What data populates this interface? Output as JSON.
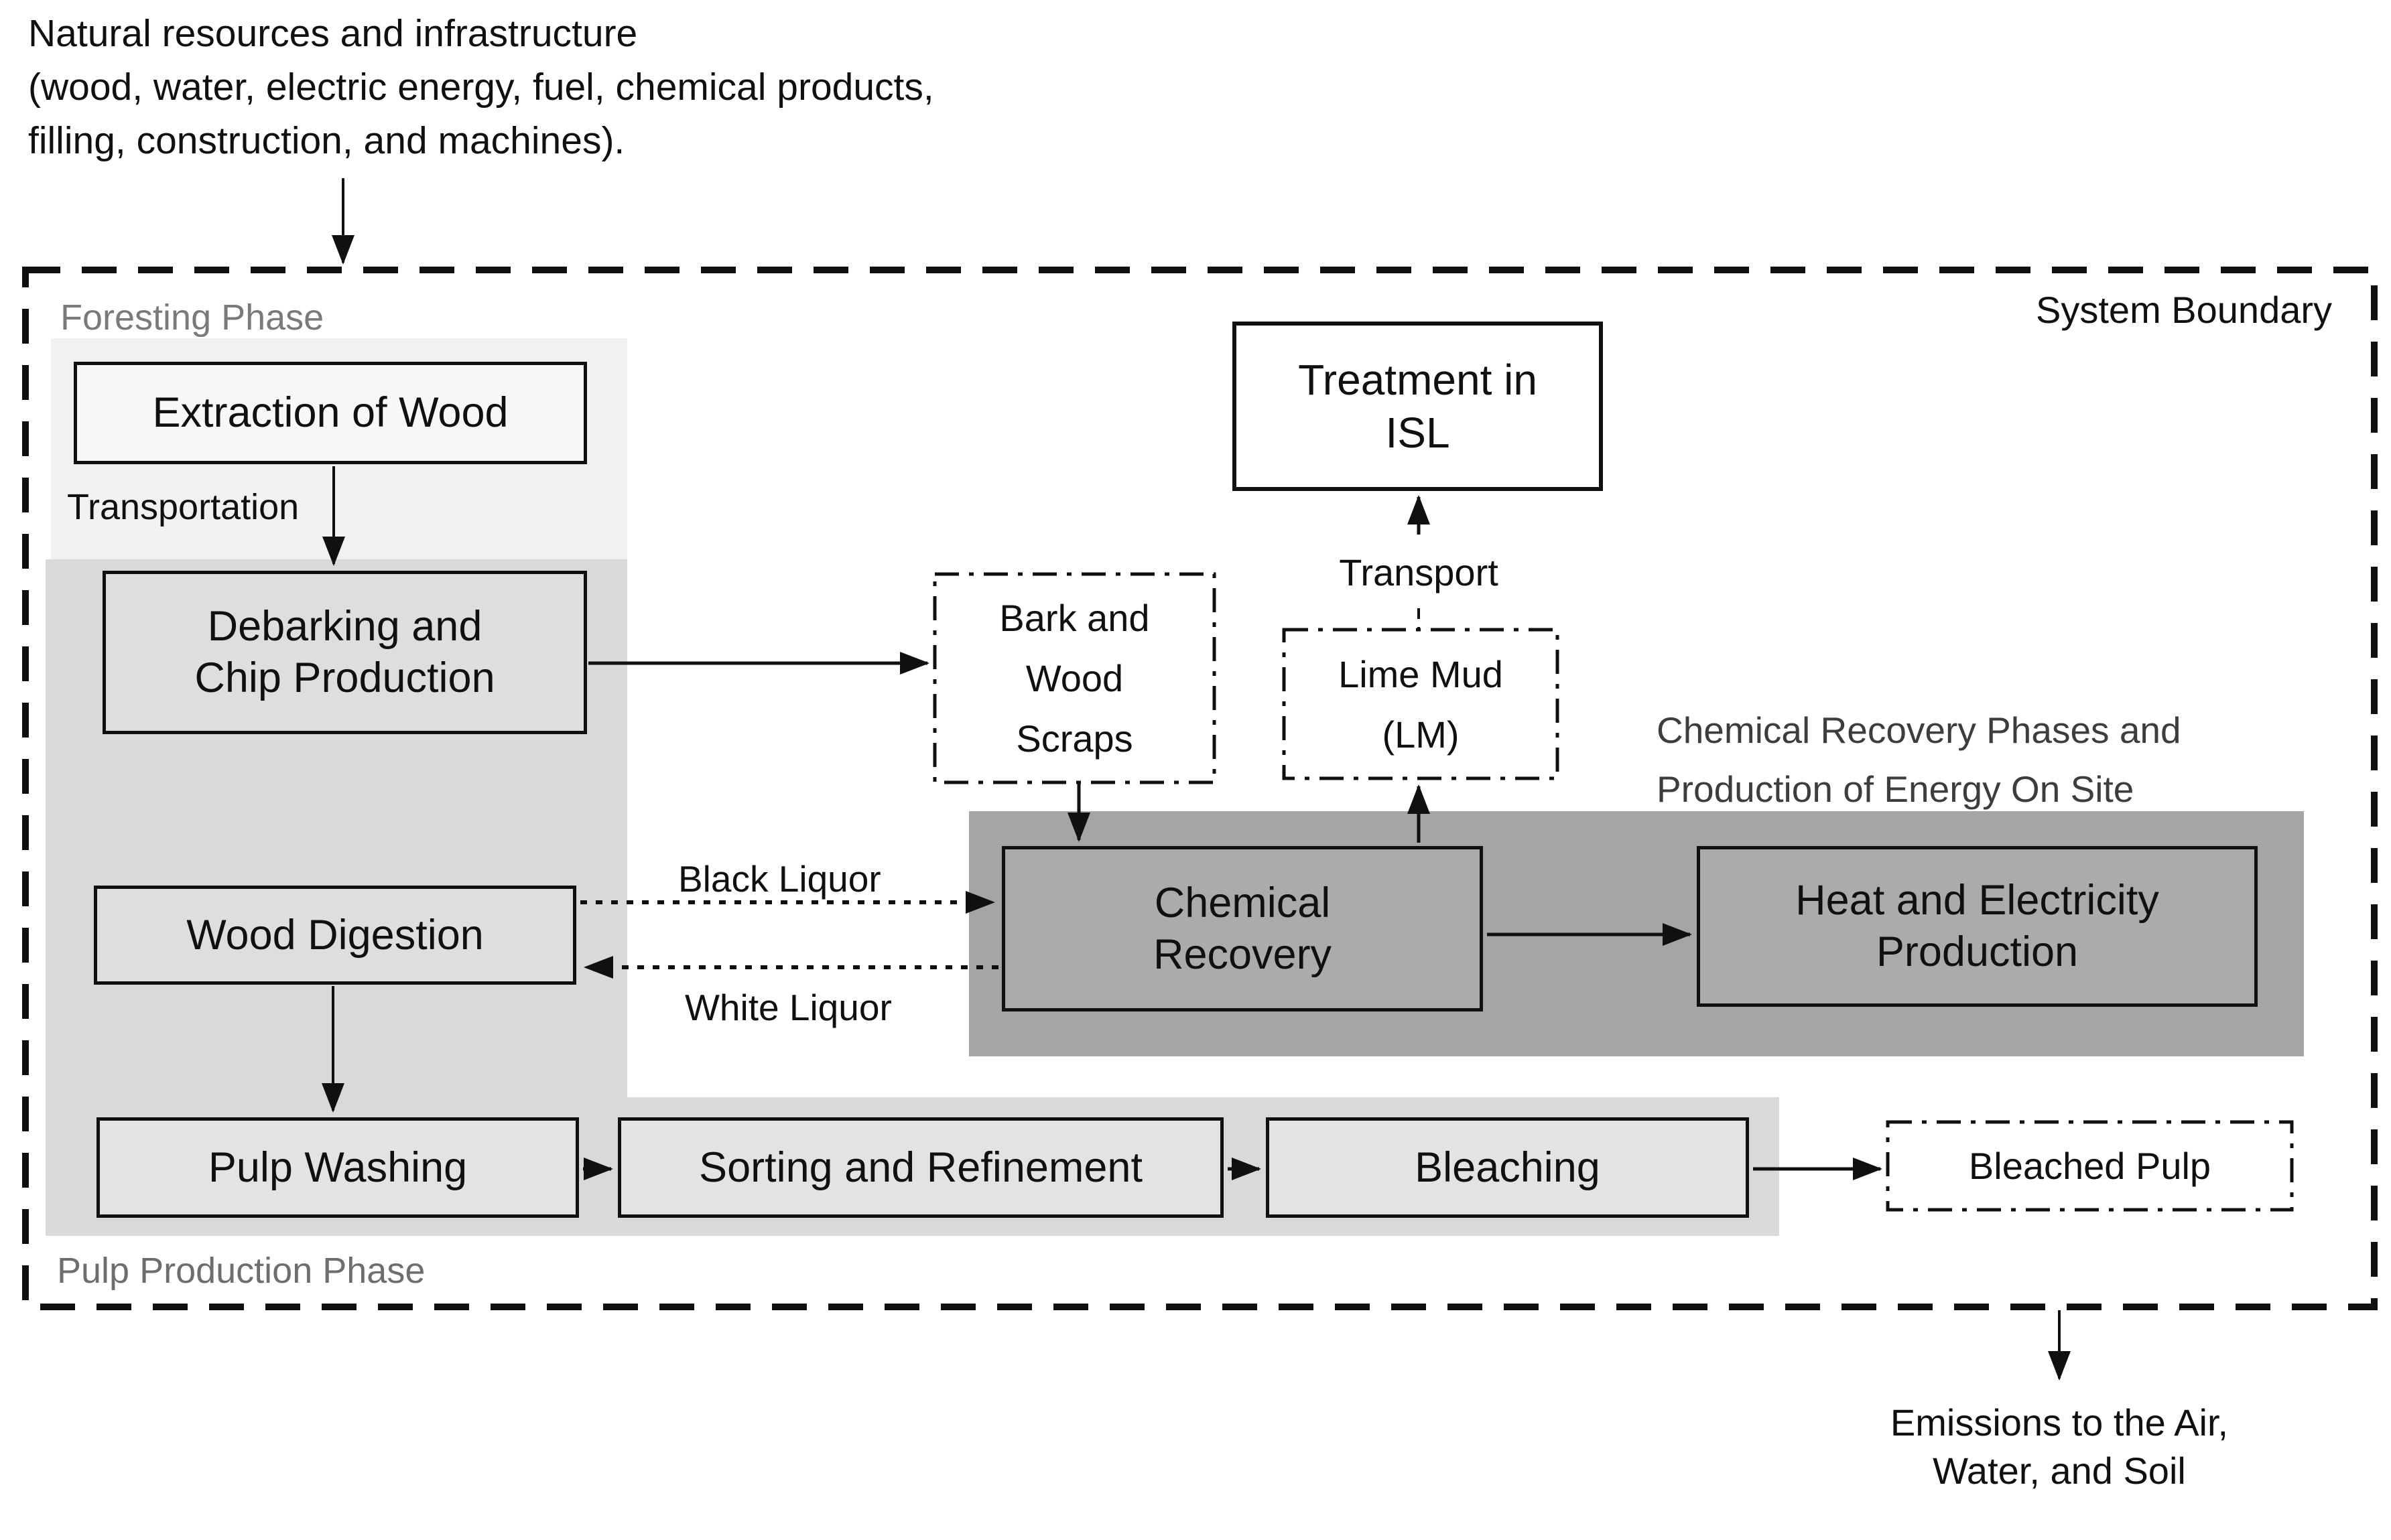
{
  "notes": {
    "natural_resources_lines": [
      "Natural resources and infrastructure",
      "(wood, water, electric energy, fuel, chemical products,",
      "filling, construction, and machines)."
    ],
    "system_boundary": "System Boundary",
    "emissions_lines": [
      "Emissions to the Air,",
      "Water, and Soil"
    ]
  },
  "phase_labels": {
    "foresting": "Foresting Phase",
    "pulp_production": "Pulp Production Phase",
    "chemical_recovery_site_lines": [
      "Chemical Recovery Phases and",
      "Production of Energy On Site"
    ]
  },
  "process_boxes": {
    "extraction": "Extraction of Wood",
    "debarking_lines": [
      "Debarking and",
      "Chip Production"
    ],
    "wood_digestion": "Wood Digestion",
    "pulp_washing": "Pulp Washing",
    "sorting_refinement": "Sorting and Refinement",
    "bleaching": "Bleaching",
    "chemical_recovery_lines": [
      "Chemical",
      "Recovery"
    ],
    "heat_electricity_lines": [
      "Heat and Electricity",
      "Production"
    ],
    "treatment_isl_lines": [
      "Treatment in",
      "ISL"
    ]
  },
  "material_boxes": {
    "bark_scraps_lines": [
      "Bark and",
      "Wood",
      "Scraps"
    ],
    "lime_mud_lines": [
      "Lime Mud",
      "(LM)"
    ],
    "bleached_pulp": "Bleached Pulp"
  },
  "flow_labels": {
    "transportation": "Transportation",
    "transport": "Transport",
    "black_liquor": "Black Liquor",
    "white_liquor": "White Liquor"
  },
  "colors": {
    "foresting_region": "#f1f1f1",
    "pulp_region": "#d9d9d9",
    "recovery_region": "#a5a5a5",
    "recovery_box_fill": "#ababab",
    "pulp_box_fill": "#dedede",
    "bottom_row_box_fill": "#e3e3e3",
    "extraction_box_fill": "#f7f7f7",
    "line_color": "#101010",
    "phase_label_color": "#7a7a7a"
  }
}
